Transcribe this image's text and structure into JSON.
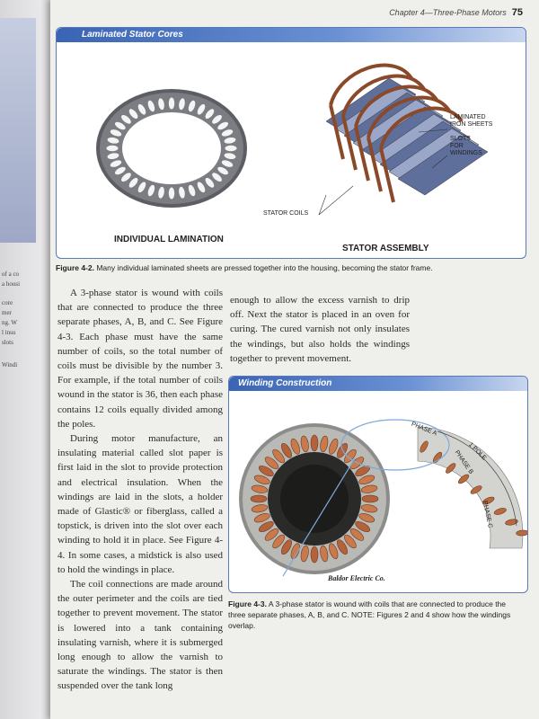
{
  "header": {
    "chapter": "Chapter 4—Three-Phase Motors",
    "page_number": "75"
  },
  "figure_1": {
    "title": "Laminated Stator Cores",
    "label_individual": "INDIVIDUAL LAMINATION",
    "label_assembly": "STATOR ASSEMBLY",
    "callout_sheets": [
      "LAMINATED",
      "IRON SHEETS"
    ],
    "callout_slots": [
      "SLOTS",
      "FOR",
      "WINDINGS"
    ],
    "callout_coils": "STATOR COILS",
    "caption_label": "Figure 4-2.",
    "caption_text": " Many individual laminated sheets are pressed together into the housing, becoming the stator frame."
  },
  "body_left": [
    "A 3-phase stator is wound with coils that are connected to produce the three separate phases, A, B, and C. See Figure 4-3. Each phase must have the same number of coils, so the total number of coils must be divisible by the number 3. For example, if the total number of coils wound in the stator is 36, then each phase contains 12 coils equally divided among the poles.",
    "During motor manufacture, an insulating material called slot paper is first laid in the slot to provide protection and electrical insulation. When the windings are laid in the slots, a holder made of Glastic® or fiberglass, called a topstick, is driven into the slot over each winding to hold it in place. See Figure 4-4. In some cases, a midstick is also used to hold the windings in place.",
    "The coil connections are made around the outer perimeter and the coils are tied together to prevent movement. The stator is lowered into a tank containing insulating varnish, where it is submerged long enough to allow the varnish to saturate the windings. The stator is then suspended over the tank long"
  ],
  "body_right": "enough to allow the excess varnish to drip off. Next the stator is placed in an oven for curing. The cured varnish not only insulates the windings, but also holds the windings together to prevent movement.",
  "figure_3": {
    "title": "Winding Construction",
    "phase_a": "PHASE A",
    "phase_b": "PHASE B",
    "phase_c": "PHASE C",
    "pole": "1 POLE",
    "credit": "Baldor Electric Co.",
    "caption_label": "Figure 4-3.",
    "caption_text": " A 3-phase stator is wound with coils that are connected to produce the three separate phases, A, B, and C. NOTE: Figures 2 and 4 show how the windings overlap."
  },
  "left_page_fragments": [
    "of a co",
    "a housi",
    "core",
    "mer",
    "ng. W",
    "l insu",
    "slots",
    "Windi"
  ]
}
